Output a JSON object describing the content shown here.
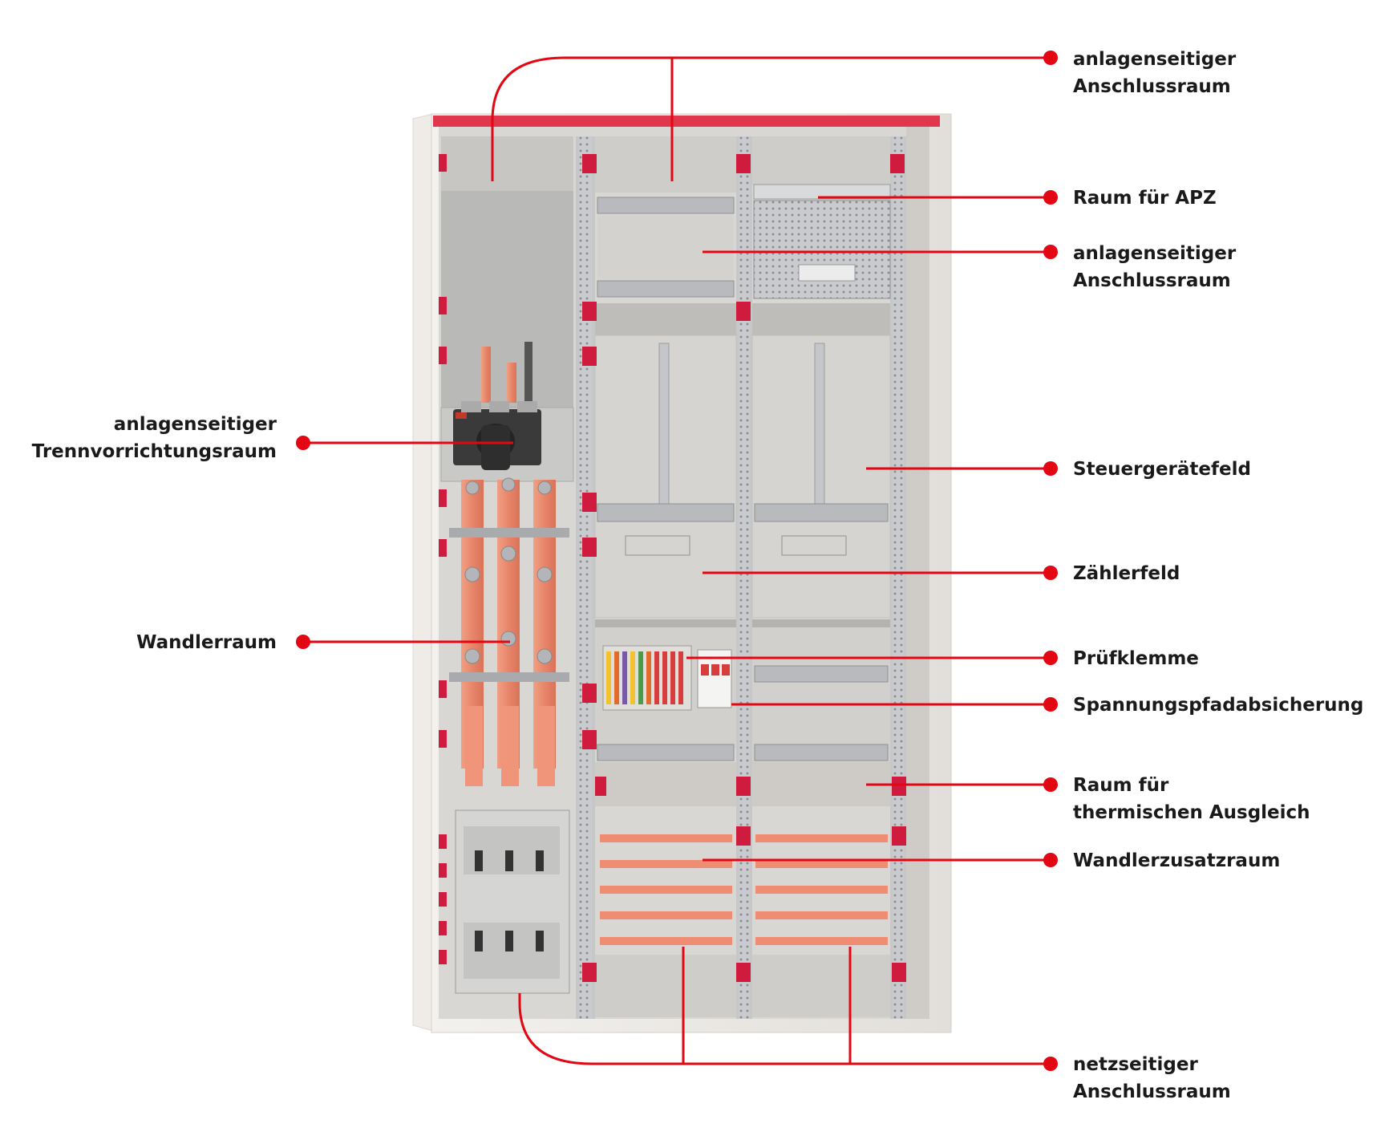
{
  "colors": {
    "accent": "#e30613",
    "cabinet_frame": "#ebe8e3",
    "cabinet_interior": "#d8d6d2",
    "copper": "#e9876a",
    "rail": "#b9bcbf",
    "clip": "#d01a3a"
  },
  "labels": [
    {
      "id": "anlagenseitiger-anschlussraum-top",
      "side": "right",
      "lines": [
        "anlagenseitiger",
        "Anschlussraum"
      ]
    },
    {
      "id": "raum-fuer-apz",
      "side": "right",
      "lines": [
        "Raum für APZ"
      ]
    },
    {
      "id": "anlagenseitiger-anschlussraum-mid",
      "side": "right",
      "lines": [
        "anlagenseitiger",
        "Anschlussraum"
      ]
    },
    {
      "id": "steuergeraetefeld",
      "side": "right",
      "lines": [
        "Steuergerätefeld"
      ]
    },
    {
      "id": "zaehlerfeld",
      "side": "right",
      "lines": [
        "Zählerfeld"
      ]
    },
    {
      "id": "pruefklemme",
      "side": "right",
      "lines": [
        "Prüfklemme"
      ]
    },
    {
      "id": "spannungspfadabsicherung",
      "side": "right",
      "lines": [
        "Spannungspfadabsicherung"
      ]
    },
    {
      "id": "raum-thermischer-ausgleich",
      "side": "right",
      "lines": [
        "Raum für",
        "thermischen Ausgleich"
      ]
    },
    {
      "id": "wandlerzusatzraum",
      "side": "right",
      "lines": [
        "Wandlerzusatzraum"
      ]
    },
    {
      "id": "netzseitiger-anschlussraum",
      "side": "right",
      "lines": [
        "netzseitiger",
        "Anschlussraum"
      ]
    },
    {
      "id": "trennvorrichtungsraum",
      "side": "left",
      "lines": [
        "anlagenseitiger",
        "Trennvorrichtungsraum"
      ]
    },
    {
      "id": "wandlerraum",
      "side": "left",
      "lines": [
        "Wandlerraum"
      ]
    }
  ]
}
